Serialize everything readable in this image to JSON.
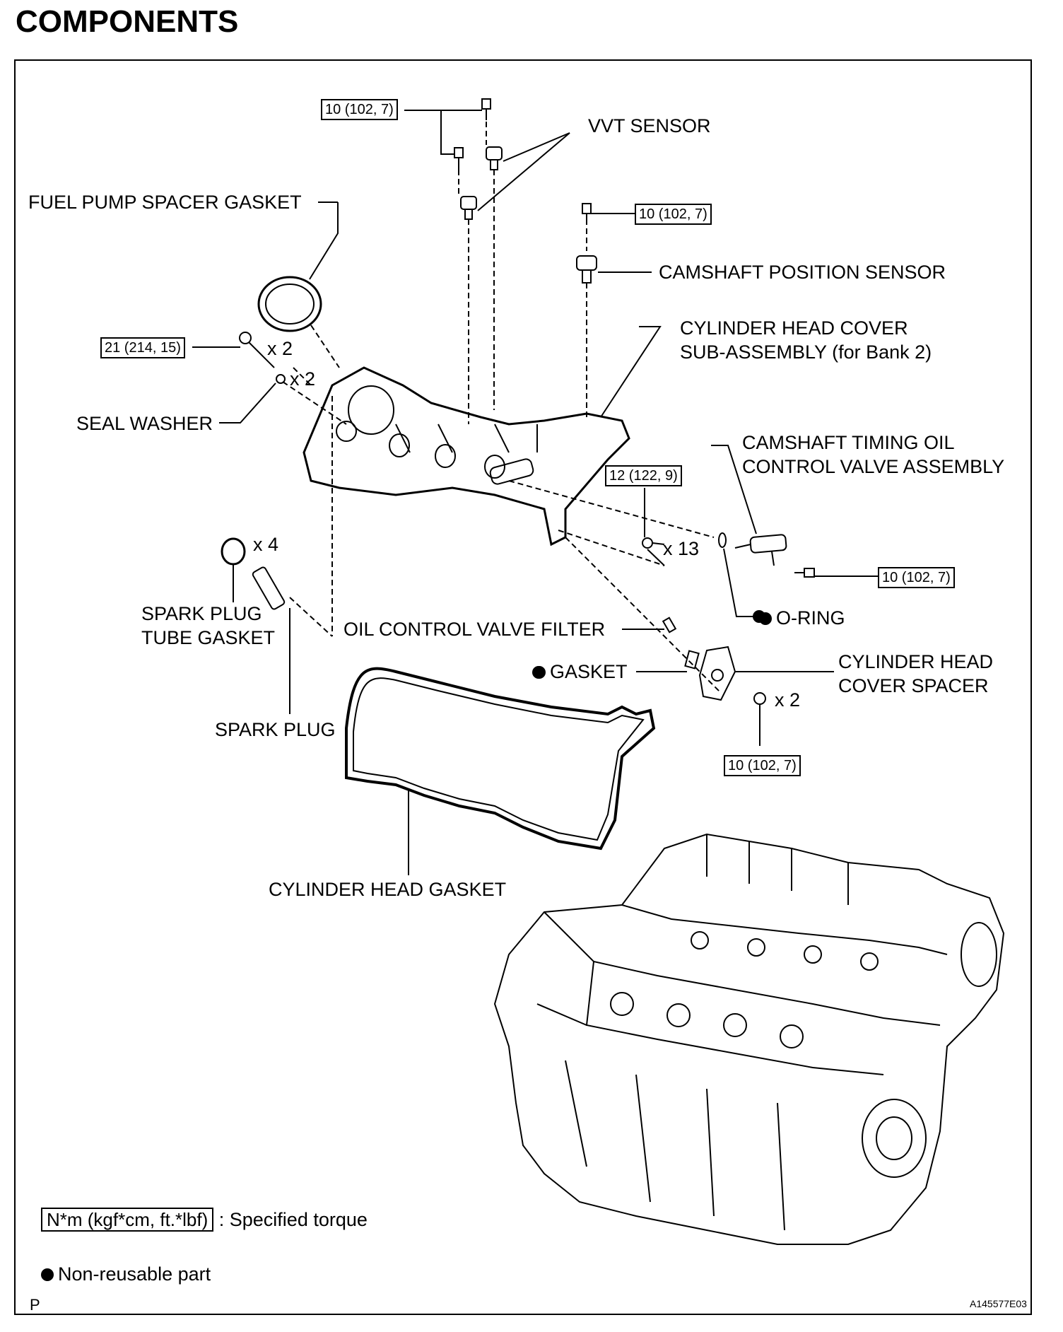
{
  "title": "COMPONENTS",
  "labels": {
    "vvt_sensor": "VVT SENSOR",
    "fuel_pump_spacer_gasket": "FUEL PUMP SPACER GASKET",
    "camshaft_position_sensor": "CAMSHAFT POSITION SENSOR",
    "cylinder_head_cover_1": "CYLINDER HEAD COVER",
    "cylinder_head_cover_2": "SUB-ASSEMBLY (for Bank 2)",
    "seal_washer": "SEAL WASHER",
    "camshaft_timing_1": "CAMSHAFT TIMING OIL",
    "camshaft_timing_2": "CONTROL VALVE ASSEMBLY",
    "spark_plug_tube_gasket_1": "SPARK PLUG",
    "spark_plug_tube_gasket_2": "TUBE GASKET",
    "oil_control_valve_filter": "OIL CONTROL VALVE FILTER",
    "o_ring": "O-RING",
    "gasket": "GASKET",
    "cylinder_head_cover_spacer_1": "CYLINDER HEAD",
    "cylinder_head_cover_spacer_2": "COVER SPACER",
    "spark_plug": "SPARK PLUG",
    "cylinder_head_gasket": "CYLINDER HEAD GASKET"
  },
  "quantities": {
    "bolt_21": "x 2",
    "seal_washer": "x 2",
    "tube_gasket": "x 4",
    "bolt_12": "x 13",
    "spacer_bolt": "x 2"
  },
  "torques": {
    "vvt_bolt": "10 (102, 7)",
    "cam_pos_bolt": "10 (102, 7)",
    "bolt_21": "21 (214, 15)",
    "bolt_12": "12 (122, 9)",
    "ocv_bolt": "10 (102, 7)",
    "spacer_bolt": "10 (102, 7)"
  },
  "legend": {
    "torque_unit": "N*m (kgf*cm, ft.*lbf)",
    "torque_text": ": Specified torque",
    "nonreusable_text": "Non-reusable part"
  },
  "footer": {
    "left": "P",
    "right": "A145577E03"
  }
}
